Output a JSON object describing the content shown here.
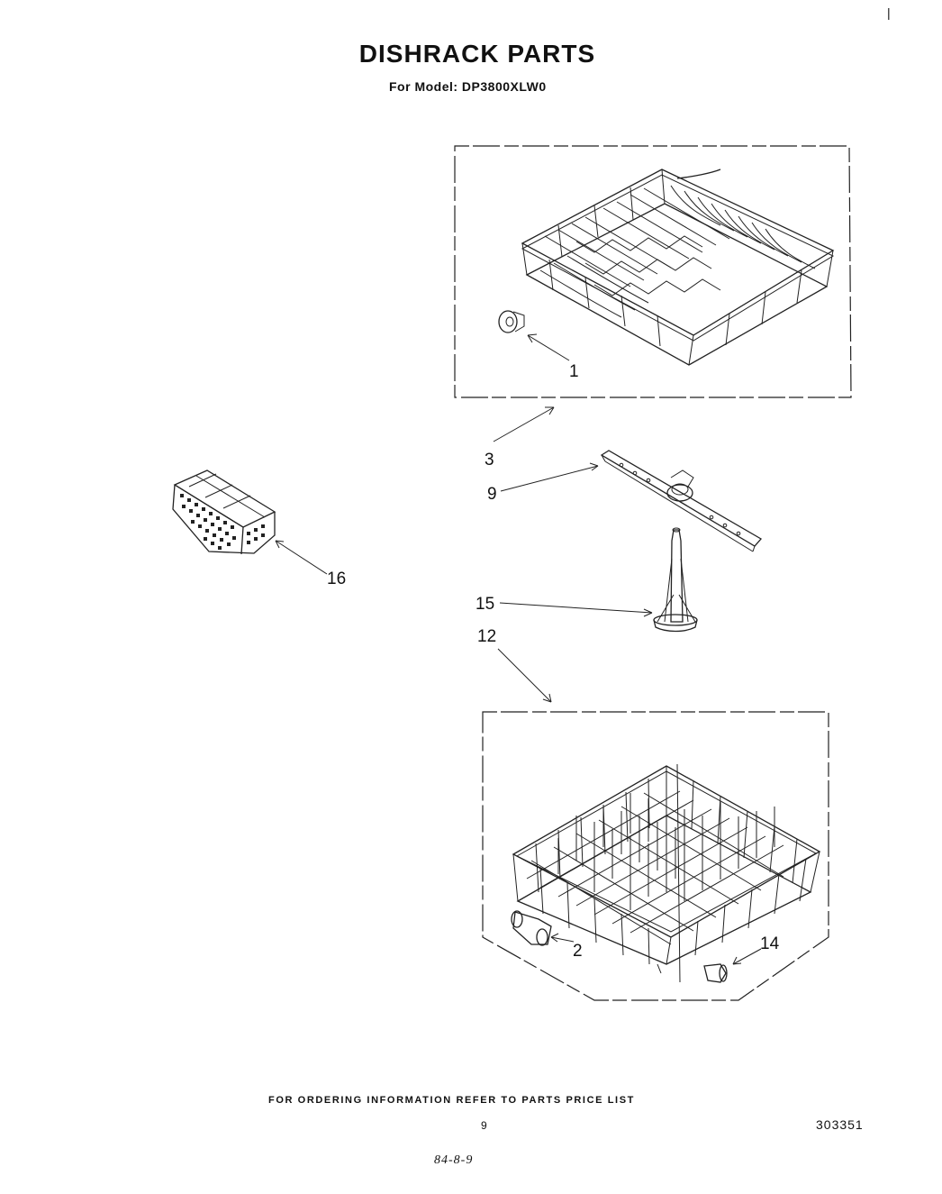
{
  "header": {
    "title": "DISHRACK PARTS",
    "model_line": "For Model: DP3800XLW0"
  },
  "callouts": {
    "c1": "1",
    "c2": "2",
    "c3": "3",
    "c9": "9",
    "c12": "12",
    "c14": "14",
    "c15": "15",
    "c16": "16"
  },
  "footer": {
    "ordering_note": "FOR ORDERING INFORMATION REFER TO PARTS PRICE LIST",
    "page_number": "9",
    "document_number": "303351",
    "date_code": "84-8-9",
    "corner_mark": "|"
  }
}
